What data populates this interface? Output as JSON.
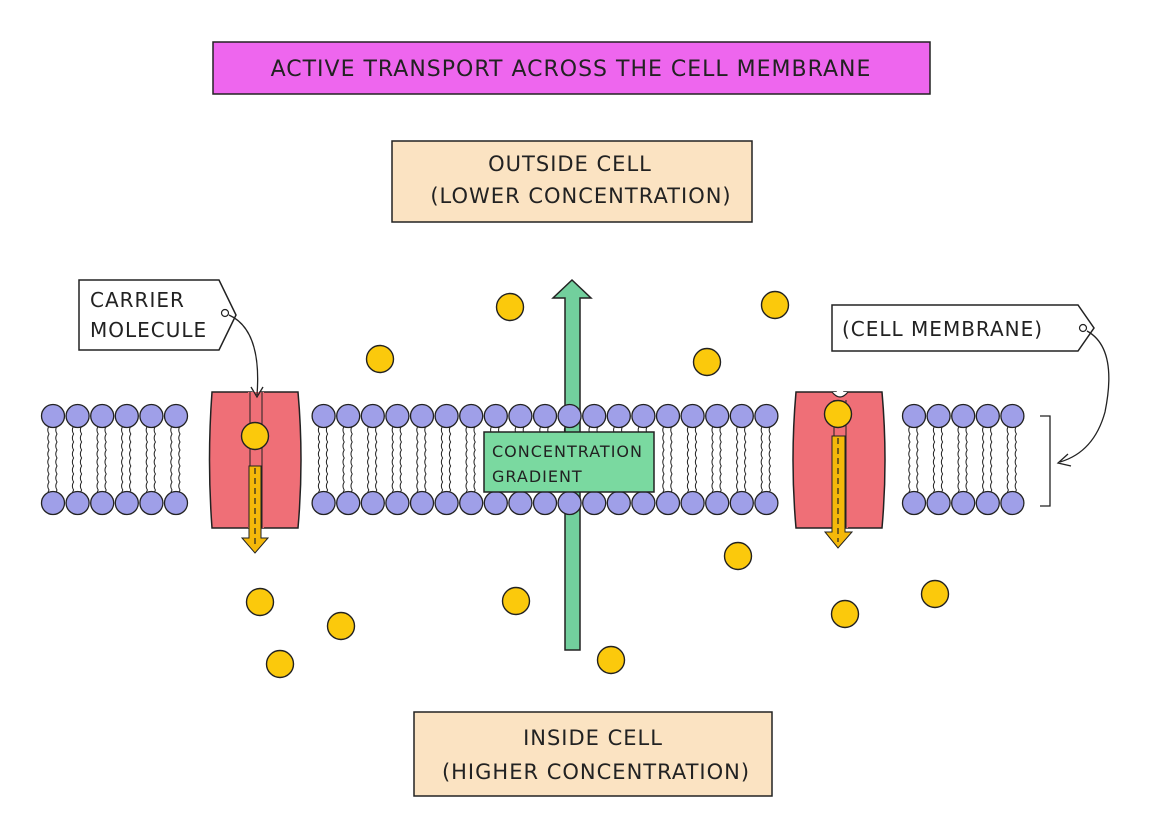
{
  "title": "ACTIVE TRANSPORT ACROSS THE CELL MEMBRANE",
  "outside": {
    "line1": "OUTSIDE CELL",
    "line2": "(LOWER CONCENTRATION)"
  },
  "inside": {
    "line1": "INSIDE CELL",
    "line2": "(HIGHER CONCENTRATION)"
  },
  "carrier_label": {
    "line1": "CARRIER",
    "line2": "MOLECULE"
  },
  "membrane_label": "(CELL MEMBRANE)",
  "gradient_label": {
    "line1": "CONCENTRATION",
    "line2": "GRADIENT"
  },
  "colors": {
    "title_bg": "#ee66ee",
    "box_bg": "#fbe3c2",
    "phospholipid_head": "#9f9fe8",
    "carrier": "#ef6f77",
    "particle": "#fbc90c",
    "transport_arrow": "#f4b80a",
    "gradient_arrow": "#72cf9d",
    "gradient_label_bg": "#7ad9a0"
  }
}
